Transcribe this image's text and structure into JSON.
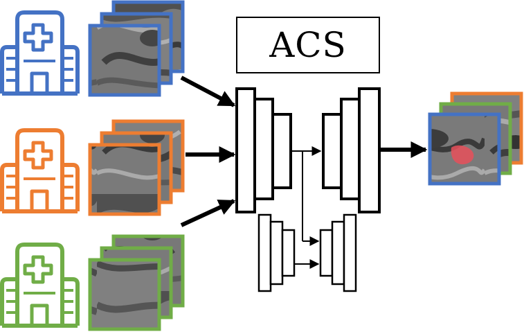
{
  "diagram": {
    "title_box_label": "ACS",
    "sites": [
      {
        "id": "site-1",
        "color": "#4472c4"
      },
      {
        "id": "site-2",
        "color": "#ed7d31"
      },
      {
        "id": "site-3",
        "color": "#70ad47"
      }
    ],
    "icons": {
      "hospital": "hospital-icon",
      "mri_stack": "mri-slice-stack",
      "segmentation_output": "segmentation-output-stack"
    },
    "segmentation_color": "#e8505b"
  }
}
